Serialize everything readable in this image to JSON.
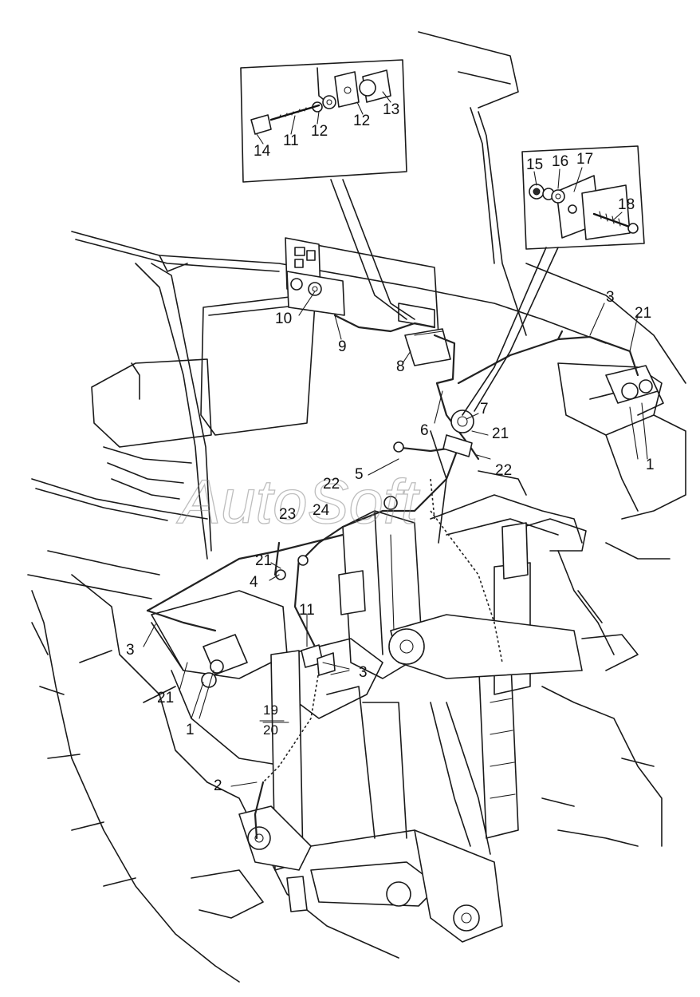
{
  "watermark": "AutoSoft",
  "callouts": {
    "c1_right": "1",
    "c1_left": "1",
    "c2": "2",
    "c3_top": "3",
    "c3_left": "3",
    "c3_center": "3",
    "c4": "4",
    "c5": "5",
    "c6": "6",
    "c7": "7",
    "c8": "8",
    "c9": "9",
    "c10": "10",
    "c11": "11",
    "c19": "19",
    "c20": "20",
    "c21_top": "21",
    "c21_mid": "21",
    "c21_left": "21",
    "c21_bottom": "21",
    "c22_right": "22",
    "c22_center": "22",
    "c23": "23",
    "c24": "24"
  },
  "inset_left": {
    "c11": "11",
    "c12a": "12",
    "c12b": "12",
    "c13": "13",
    "c14": "14"
  },
  "inset_right": {
    "c15": "15",
    "c16": "16",
    "c17": "17",
    "c18": "18"
  }
}
